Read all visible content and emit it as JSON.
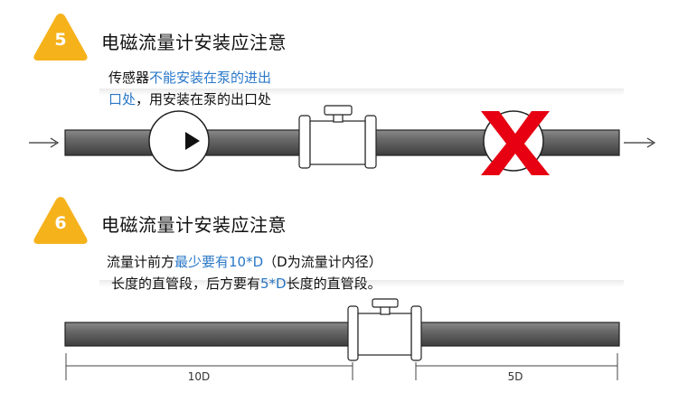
{
  "colors": {
    "badge": "#f6b21b",
    "highlight": "#2a78c8",
    "pipe": "#666666",
    "cross": "#e60012"
  },
  "section5": {
    "number": "5",
    "title": "电磁流量计安装应注意",
    "desc_line1_a": "传感器",
    "desc_line1_b": "不能安装在泵的进出",
    "desc_line2_a": "口处",
    "desc_line2_b": "，用安装在泵的出口处",
    "icons": [
      "pump-icon",
      "flowmeter-icon",
      "cross-icon",
      "arrow-right-icon"
    ]
  },
  "section6": {
    "number": "6",
    "title": "电磁流量计安装应注意",
    "desc_line1_a": "流量计前方",
    "desc_line1_b": "最少要有10*D",
    "desc_line1_c": "（D为流量计内径）",
    "desc_line2_a": "长度的直管段，后方要有",
    "desc_line2_b": "5*D",
    "desc_line2_c": "长度的直管段。",
    "upstream_label": "10D",
    "downstream_label": "5D"
  }
}
